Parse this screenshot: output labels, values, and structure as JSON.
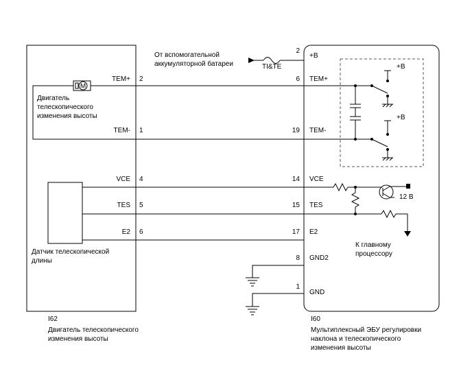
{
  "left_component": {
    "id": "I62",
    "caption_lines": [
      "Двигатель телескопического",
      "изменения высоты"
    ],
    "motor_symbol": "M",
    "motor_label_lines": [
      "Двигатель",
      "телескопического",
      "изменения высоты"
    ],
    "sensor_label_lines": [
      "Датчик телескопической",
      "длины"
    ]
  },
  "right_component": {
    "id": "I60",
    "caption_lines": [
      "Мультиплексный ЭБУ регулировки",
      "наклона и телескопического",
      "изменения высоты"
    ],
    "plus_b_relay": "+B",
    "voltage_label": "12 В",
    "cpu_label_lines": [
      "К главному",
      "процессору"
    ]
  },
  "power_source": {
    "label_lines": [
      "От вспомогательной",
      "аккумуляторной батареи"
    ],
    "fuse_label": "TI&TE",
    "pin": "2",
    "name": "+B"
  },
  "connections": [
    {
      "left_pin_name": "TEM+",
      "left_pin": "2",
      "right_pin": "6",
      "right_pin_name": "TEM+"
    },
    {
      "left_pin_name": "TEM-",
      "left_pin": "1",
      "right_pin": "19",
      "right_pin_name": "TEM-"
    },
    {
      "left_pin_name": "VCE",
      "left_pin": "4",
      "right_pin": "14",
      "right_pin_name": "VCE"
    },
    {
      "left_pin_name": "TES",
      "left_pin": "5",
      "right_pin": "15",
      "right_pin_name": "TES"
    },
    {
      "left_pin_name": "E2",
      "left_pin": "6",
      "right_pin": "17",
      "right_pin_name": "E2"
    }
  ],
  "grounds": [
    {
      "pin": "8",
      "name": "GND2"
    },
    {
      "pin": "1",
      "name": "GND"
    }
  ]
}
